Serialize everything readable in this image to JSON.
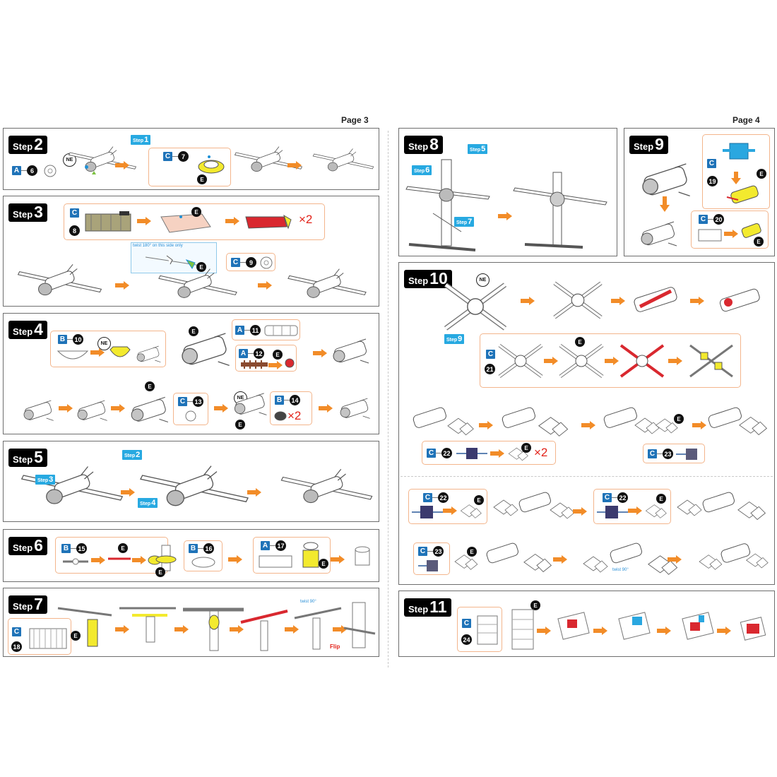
{
  "pages": {
    "left": "Page 3",
    "right": "Page 4"
  },
  "step_word": "Step",
  "steps": {
    "s2": "2",
    "s3": "3",
    "s4": "4",
    "s5": "5",
    "s6": "6",
    "s7": "7",
    "s8": "8",
    "s9": "9",
    "s10": "10",
    "s11": "11"
  },
  "tags": {
    "A": "A",
    "B": "B",
    "C": "C",
    "E": "E",
    "NE": "NE"
  },
  "parts": {
    "p6": "6",
    "p7": "7",
    "p8": "8",
    "p9": "9",
    "p10": "10",
    "p11": "11",
    "p12": "12",
    "p13": "13",
    "p14": "14",
    "p15": "15",
    "p16": "16",
    "p17": "17",
    "p18": "18",
    "p19": "19",
    "p20": "20",
    "p21": "21",
    "p22": "22",
    "p23": "23",
    "p24": "24"
  },
  "refs": {
    "r1": "1",
    "r2": "2",
    "r3": "3",
    "r4": "4",
    "r5": "5",
    "r6": "6",
    "r7": "7",
    "r9": "9"
  },
  "multipliers": {
    "x2": "×2"
  },
  "notes": {
    "twist_side": "twist 180° on this side only",
    "twist90": "twist 90°",
    "flip": "Flip"
  },
  "colors": {
    "arrow": "#f28c28",
    "tag_blue": "#1f73b8",
    "ref_blue": "#27a9e1",
    "callout_border": "#f3b58c",
    "multiplier_red": "#e2231a"
  }
}
